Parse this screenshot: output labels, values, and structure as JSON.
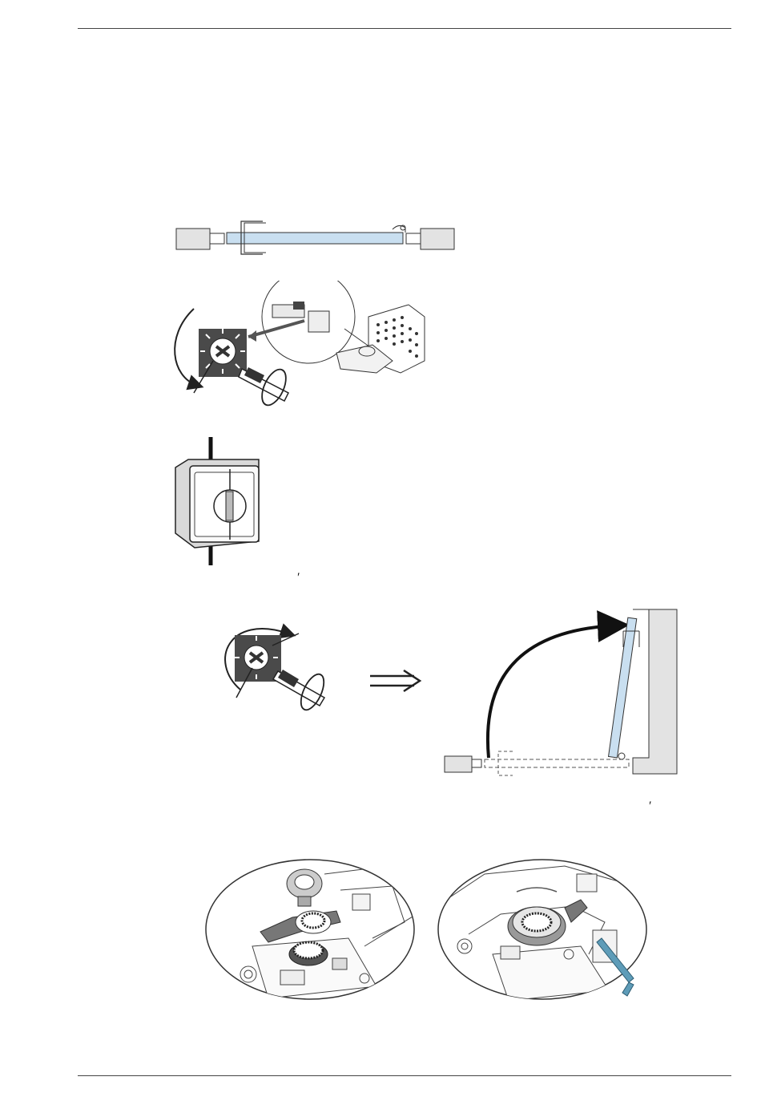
{
  "page": {
    "marks": [
      "′",
      "′"
    ]
  },
  "figures": [
    {
      "id": "fig1",
      "icon": "door-leaf-closed-plan-view"
    },
    {
      "id": "fig2",
      "icon": "adjustment-screw-and-motor-unit"
    },
    {
      "id": "fig3",
      "icon": "emergency-switch"
    },
    {
      "id": "fig4",
      "icon": "screw-turn-arrow"
    },
    {
      "id": "fig5",
      "icon": "door-leaf-swung-open-plan-view"
    },
    {
      "id": "fig6",
      "icon": "gear-and-lever-exploded"
    },
    {
      "id": "fig7",
      "icon": "gear-assembled-with-hex-key"
    }
  ],
  "colors": {
    "glass": "#c9dff0",
    "wall": "#e3e3e3",
    "dark_plate": "#4a4a4a",
    "hex_key": "#5e9cb8"
  }
}
